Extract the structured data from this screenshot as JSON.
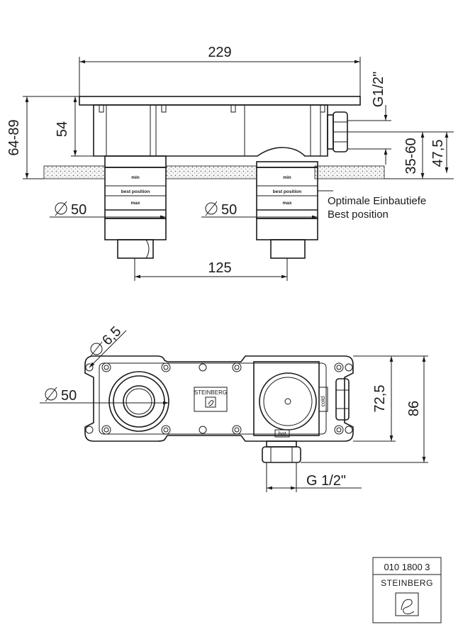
{
  "side_view": {
    "width_dim": "229",
    "height_range_dim": "64-89",
    "body_height_dim": "54",
    "thread_dim": "G1/2\"",
    "range_dim": "35-60",
    "right_height_dim": "47,5",
    "dia_left": "50",
    "dia_right": "50",
    "spacing_dim": "125",
    "label_min": "min",
    "label_best": "best position",
    "label_max": "max",
    "note_line1": "Optimale Einbautiefe",
    "note_line2": "Best position"
  },
  "top_view": {
    "hole_dim": "6,5",
    "dia_dim": "50",
    "depth_dim": "72,5",
    "total_dim": "86",
    "thread_dim": "G 1/2\"",
    "brand": "STEINBERG",
    "label_cold": "cold",
    "label_hot": "hot"
  },
  "title_box": {
    "article_no": "010 1800 3",
    "brand": "STEINBERG"
  }
}
